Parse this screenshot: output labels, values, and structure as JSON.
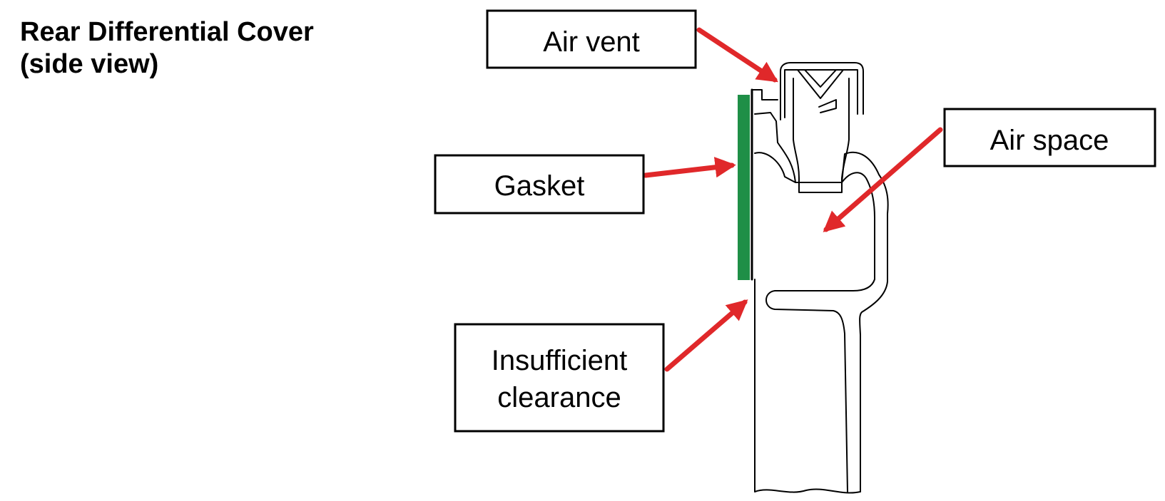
{
  "title": {
    "line1": "Rear Differential Cover",
    "line2": "(side view)"
  },
  "labels": {
    "air_vent": "Air vent",
    "gasket": "Gasket",
    "air_space": "Air space",
    "insufficient_clearance_line1": "Insufficient",
    "insufficient_clearance_line2": "clearance"
  },
  "colors": {
    "arrow": "#e0282a",
    "gasket": "#1f8f47",
    "outline": "#000000"
  }
}
